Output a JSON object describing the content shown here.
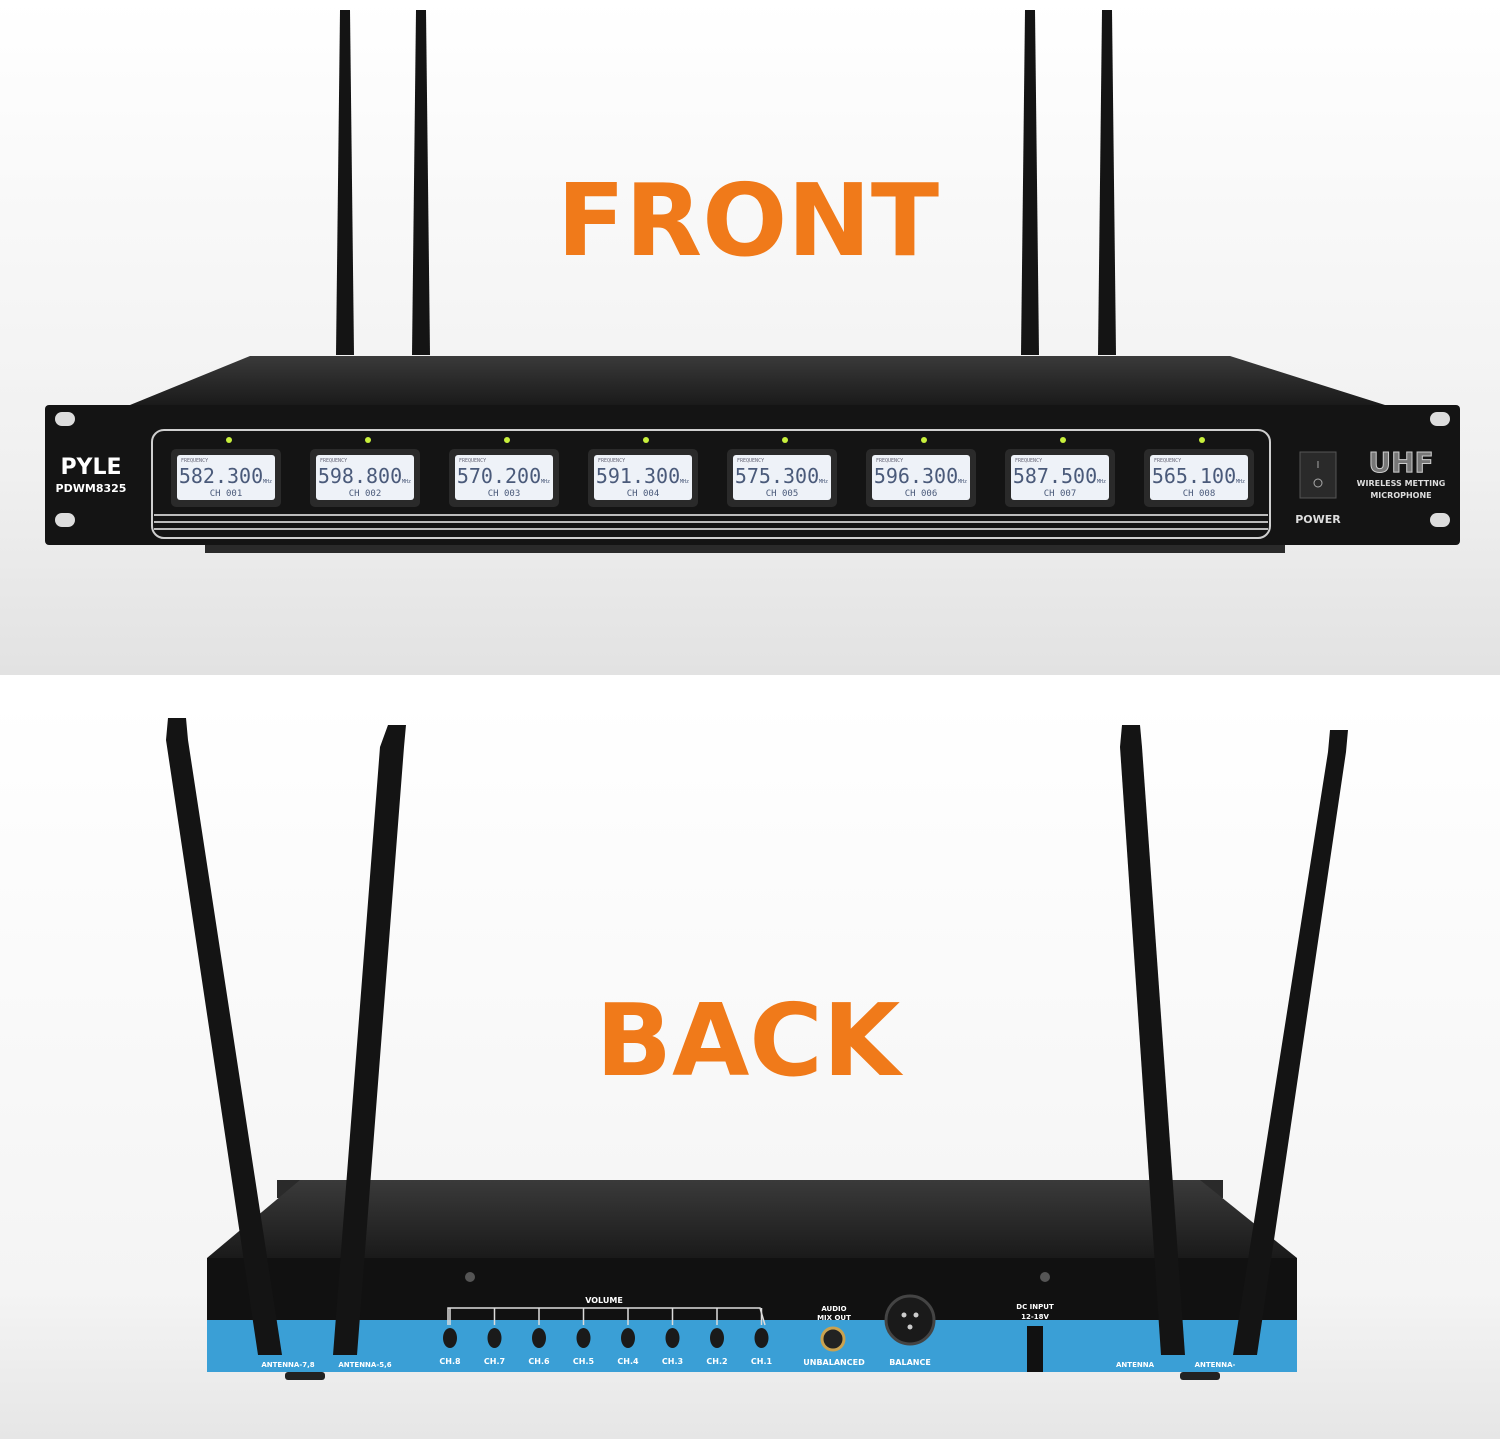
{
  "front": {
    "heading": "FRONT",
    "brand": "PYLE",
    "model": "PDWM8325",
    "screen_caption": "FREQUENCY",
    "unit": "MHz",
    "channels": [
      {
        "freq": "582.300",
        "ch": "CH 001"
      },
      {
        "freq": "598.800",
        "ch": "CH 002"
      },
      {
        "freq": "570.200",
        "ch": "CH 003"
      },
      {
        "freq": "591.300",
        "ch": "CH 004"
      },
      {
        "freq": "575.300",
        "ch": "CH 005"
      },
      {
        "freq": "596.300",
        "ch": "CH 006"
      },
      {
        "freq": "587.500",
        "ch": "CH 007"
      },
      {
        "freq": "565.100",
        "ch": "CH 008"
      }
    ],
    "power_label": "POWER",
    "uhf": "UHF",
    "uhf_sub1": "WIRELESS METTING",
    "uhf_sub2": "MICROPHONE"
  },
  "back": {
    "heading": "BACK",
    "volume_label": "VOLUME",
    "volume_knobs": [
      "CH.8",
      "CH.7",
      "CH.6",
      "CH.5",
      "CH.4",
      "CH.3",
      "CH.2",
      "CH.1"
    ],
    "audio_mix_out_1": "AUDIO",
    "audio_mix_out_2": "MIX OUT",
    "unbalanced": "UNBALANCED",
    "balance": "BALANCE",
    "dc_input_1": "DC INPUT",
    "dc_input_2": "12-18V",
    "antenna_left_1": "ANTENNA-7,8",
    "antenna_left_2": "ANTENNA-5,6",
    "antenna_right_1": "ANTENNA",
    "antenna_right_2": "ANTENNA-"
  },
  "colors": {
    "heading": "#f07a1a",
    "panel": "#141414",
    "blue_strip": "#3a9fd6",
    "lcd": "#eef2f8",
    "led": "#c8f03c"
  }
}
